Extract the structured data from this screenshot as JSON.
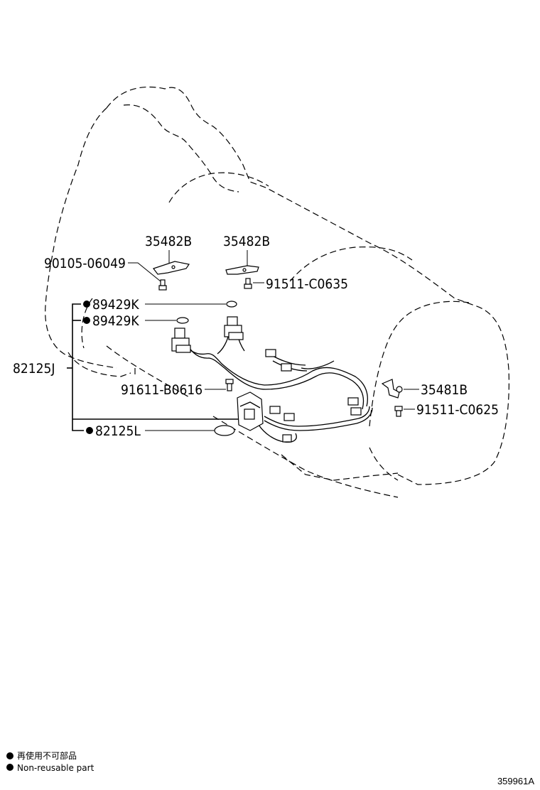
{
  "diagram": {
    "callouts": {
      "bracket_a": "35482B",
      "bracket_b": "35482B",
      "bolt_left": "90105-06049",
      "bolt_right_top": "91511-C0635",
      "oring_1": "89429K",
      "oring_2": "89429K",
      "harness": "82125J",
      "bolt_mid": "91611-B0616",
      "bracket_right": "35481B",
      "bolt_right_bottom": "91511-C0625",
      "gasket": "82125L"
    },
    "legend": {
      "line_jp": "再使用不可部品",
      "line_en": "Non-reusable part"
    },
    "figure_id": "359961A"
  }
}
